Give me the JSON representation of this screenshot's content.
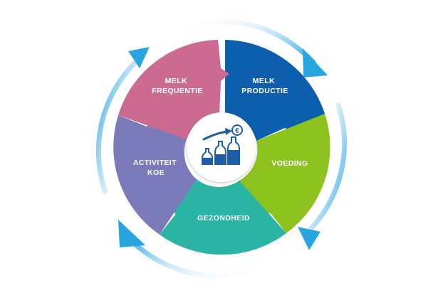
{
  "diagram": {
    "segments": [
      {
        "id": "melk-productie",
        "lines": [
          "MELK",
          "PRODUCTIE"
        ],
        "color": "#0d5fae"
      },
      {
        "id": "voeding",
        "lines": [
          "VOEDING"
        ],
        "color": "#8dc21f"
      },
      {
        "id": "gezondheid",
        "lines": [
          "GEZONDHEID"
        ],
        "color": "#2bb3a4"
      },
      {
        "id": "activiteit-koe",
        "lines": [
          "ACTIVITEIT",
          "KOE"
        ],
        "color": "#7a7bb8"
      },
      {
        "id": "melk-frequentie",
        "lines": [
          "MELK",
          "FREQUENTIE"
        ],
        "color": "#cc6a91"
      }
    ],
    "center": {
      "icon": "milk-bottles-euro-growth-icon",
      "currency_symbol": "€"
    },
    "cycle_arrow_color": "#28a4df"
  }
}
